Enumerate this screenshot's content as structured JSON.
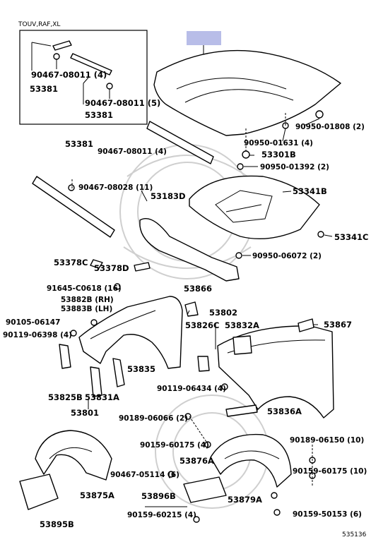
{
  "diagram": {
    "highlight_color": "#b8bde8",
    "inset_title": "TOUV,RAF,XL",
    "figure_number": "535136",
    "callouts": [
      {
        "id": "c01",
        "text": "90467-08011 (4)"
      },
      {
        "id": "c02",
        "text": "53381"
      },
      {
        "id": "c03",
        "text": "90467-08011 (5)"
      },
      {
        "id": "c04",
        "text": "53381"
      },
      {
        "id": "c05",
        "text": "53381"
      },
      {
        "id": "c06",
        "text": "90467-08011 (4)"
      },
      {
        "id": "c07",
        "text": "90950-01808 (2)"
      },
      {
        "id": "c08",
        "text": "90950-01631 (4)"
      },
      {
        "id": "c09",
        "text": "53301B"
      },
      {
        "id": "c10",
        "text": "90950-01392 (2)"
      },
      {
        "id": "c11",
        "text": "90467-08028 (11)"
      },
      {
        "id": "c12",
        "text": "53183D"
      },
      {
        "id": "c13",
        "text": "53341B"
      },
      {
        "id": "c14",
        "text": "53341C"
      },
      {
        "id": "c15",
        "text": "90950-06072 (2)"
      },
      {
        "id": "c16",
        "text": "53378C"
      },
      {
        "id": "c17",
        "text": "53378D"
      },
      {
        "id": "c18",
        "text": "91645-C0618 (16)"
      },
      {
        "id": "c19",
        "text": "53866"
      },
      {
        "id": "c20",
        "text": "53882B (RH)"
      },
      {
        "id": "c21",
        "text": "53883B (LH)"
      },
      {
        "id": "c22",
        "text": "53802"
      },
      {
        "id": "c23",
        "text": "90105-06147"
      },
      {
        "id": "c24",
        "text": "53826C"
      },
      {
        "id": "c25",
        "text": "53832A"
      },
      {
        "id": "c26",
        "text": "53867"
      },
      {
        "id": "c27",
        "text": "90119-06398 (4)"
      },
      {
        "id": "c28",
        "text": "53835"
      },
      {
        "id": "c29",
        "text": "90119-06434 (4)"
      },
      {
        "id": "c30",
        "text": "53825B"
      },
      {
        "id": "c31",
        "text": "53831A"
      },
      {
        "id": "c32",
        "text": "53801"
      },
      {
        "id": "c33",
        "text": "90189-06066 (2)"
      },
      {
        "id": "c34",
        "text": "53836A"
      },
      {
        "id": "c35",
        "text": "90159-60175 (4)"
      },
      {
        "id": "c36",
        "text": "90189-06150 (10)"
      },
      {
        "id": "c37",
        "text": "53876A"
      },
      {
        "id": "c38",
        "text": "90467-05114 (6)"
      },
      {
        "id": "c39",
        "text": "53875A"
      },
      {
        "id": "c40",
        "text": "53896B"
      },
      {
        "id": "c41",
        "text": "53879A"
      },
      {
        "id": "c42",
        "text": "90159-60175 (10)"
      },
      {
        "id": "c43",
        "text": "90159-60215 (4)"
      },
      {
        "id": "c44",
        "text": "90159-50153 (6)"
      },
      {
        "id": "c45",
        "text": "53895B"
      }
    ]
  }
}
